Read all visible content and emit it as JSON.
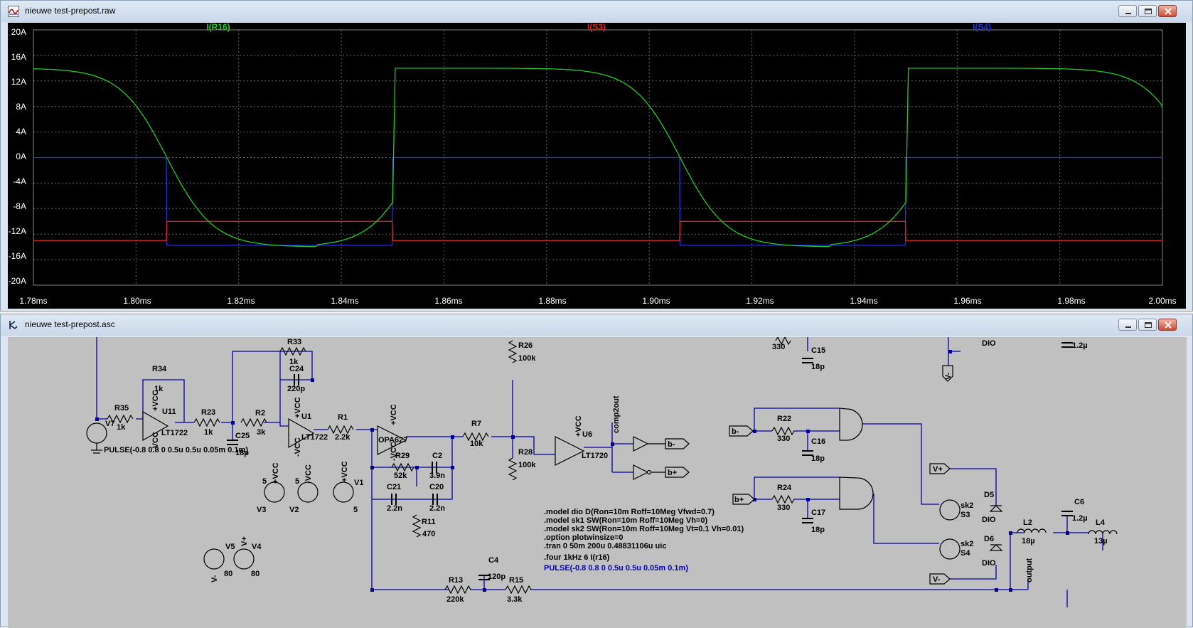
{
  "waveform_window": {
    "title": "nieuwe test-prepost.raw",
    "traces": [
      {
        "name": "I(R16)",
        "color": "#22cc22"
      },
      {
        "name": "I(S3)",
        "color": "#dd2222"
      },
      {
        "name": "I(S4)",
        "color": "#2233dd"
      }
    ],
    "y_ticks": [
      "20A",
      "16A",
      "12A",
      "8A",
      "4A",
      "0A",
      "-4A",
      "-8A",
      "-12A",
      "-16A",
      "-20A"
    ],
    "x_ticks": [
      "1.78ms",
      "1.80ms",
      "1.82ms",
      "1.84ms",
      "1.86ms",
      "1.88ms",
      "1.90ms",
      "1.92ms",
      "1.94ms",
      "1.96ms",
      "1.98ms",
      "2.00ms"
    ]
  },
  "schematic_window": {
    "title": "nieuwe test-prepost.asc",
    "components": {
      "R35": "R35",
      "R35v": "1k",
      "R34": "R34",
      "R34v": "1k",
      "U11": "U11",
      "U11m": "LT1722",
      "R23": "R23",
      "R23v": "1k",
      "C25": "C25",
      "C25v": "18p",
      "R2": "R2",
      "R2v": "3k",
      "R33": "R33",
      "R33v": "1k",
      "C24": "C24",
      "C24v": "220p",
      "U1": "U1",
      "U1m": "LT1722",
      "R1": "R1",
      "R1v": "2.2k",
      "OPA": "OPA627",
      "R29": "R29",
      "R29v": "52k",
      "C2": "C2",
      "C2v": "3.9n",
      "C21": "C21",
      "C21v": "2.2n",
      "C20": "C20",
      "C20v": "2.2n",
      "R11": "R11",
      "R11v": "470",
      "R7": "R7",
      "R7v": "10k",
      "R26": "R26",
      "R26v": "100k",
      "R28": "R28",
      "R28v": "100k",
      "U6": "U6",
      "U6m": "LT1720",
      "comp2out": "comp2out",
      "bminus": "b-",
      "bplus": "b+",
      "V7": "V7",
      "V3": "V3",
      "V2": "V2",
      "V1": "V1",
      "V5": "V5",
      "V4": "V4",
      "five": "5",
      "eighty": "80",
      "vcc": "VCC",
      "pvcc": "+VCC",
      "nvcc": "-VCC",
      "vplus": "V+",
      "vminus": "V-",
      "R13": "R13",
      "R13v": "220k",
      "R15": "R15",
      "R15v": "3.3k",
      "C4": "C4",
      "C4v": "120p",
      "R22": "R22",
      "R22v": "330",
      "C16": "C16",
      "C16v": "18p",
      "R24": "R24",
      "R24v": "330",
      "C17": "C17",
      "C17v": "18p",
      "C15": "C15",
      "C15v": "18p",
      "r330top": "330",
      "sk2": "sk2",
      "S3": "S3",
      "S4": "S4",
      "D5": "D5",
      "D6": "D6",
      "DIO": "DIO",
      "L2": "L2",
      "L2v": "18µ",
      "L4": "L4",
      "L4v": "13µ",
      "C6": "C6",
      "C6v": "1.2µ",
      "topcap": "1.2µ",
      "output": "output"
    },
    "pulse_label": "PULSE(-0.8 0.8 0 0.5u 0.5u 0.05m 0.1m)",
    "spice_directives": [
      ".model dio D(Ron=10m Roff=10Meg Vfwd=0.7)",
      ".model sk1 SW(Ron=10m Roff=10Meg Vh=0)",
      ".model sk2 SW(Ron=10m Roff=10Meg Vt=0.1 Vh=0.01)",
      ".option plotwinsize=0",
      ".tran 0 50m 200u 0.48831106u uic",
      ".four 1kHz 6  I(r16)"
    ],
    "pulse_directive": "PULSE(-0.8 0.8 0 0.5u 0.5u 0.05m 0.1m)"
  }
}
